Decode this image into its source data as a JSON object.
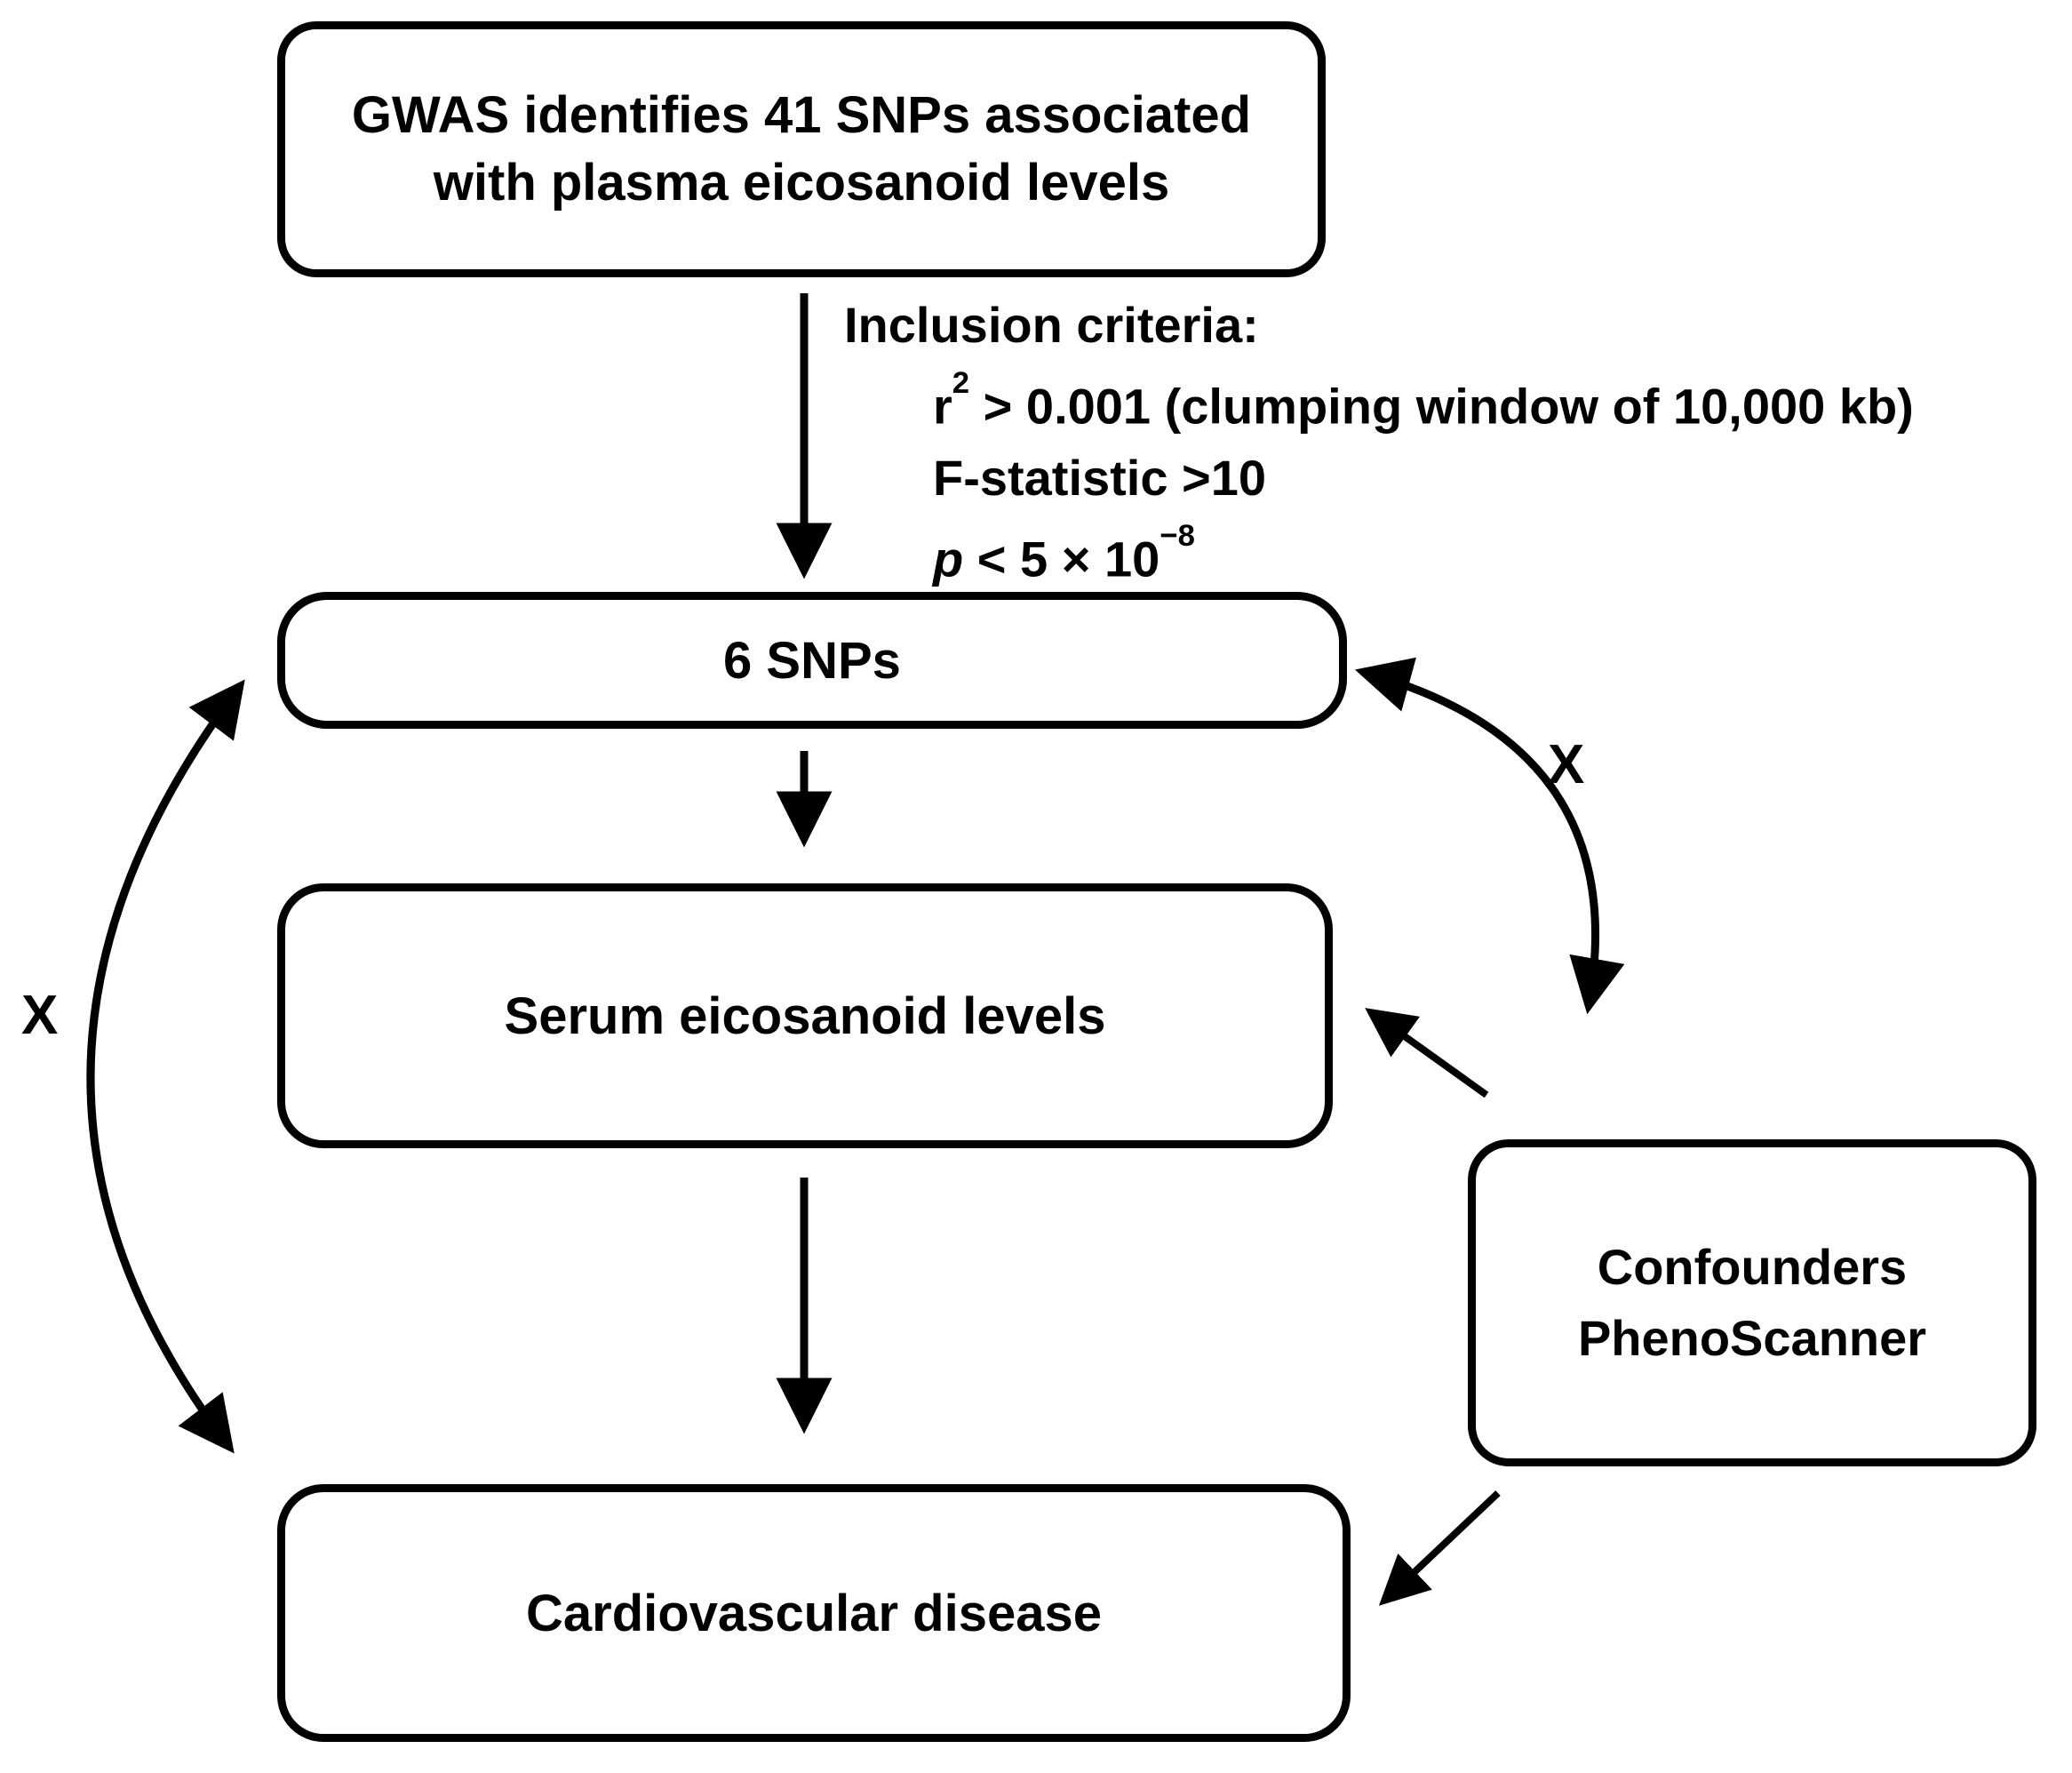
{
  "figure": {
    "boxes": {
      "gwas": {
        "lines": [
          "GWAS identifies 41 SNPs associated",
          "with plasma eicosanoid levels"
        ]
      },
      "snps": {
        "label": "6 SNPs"
      },
      "serum": {
        "label": "Serum eicosanoid levels"
      },
      "cvd": {
        "label": "Cardiovascular disease"
      },
      "confounders": {
        "lines": [
          "Confounders",
          "PhenoScanner"
        ]
      }
    },
    "inclusion_criteria": {
      "title": "Inclusion criteria:",
      "r2": {
        "base": "r",
        "sup": "2",
        "rest": " > 0.001 (clumping window of 10,000 kb)"
      },
      "f_stat": "F-statistic >10",
      "p": {
        "var": "p",
        "rest": " < 5 × 10",
        "sup": "−8"
      }
    },
    "exclusion_marks": {
      "left": "X",
      "right": "X"
    }
  },
  "colors": {
    "ink": "#000000",
    "background": "#ffffff"
  }
}
